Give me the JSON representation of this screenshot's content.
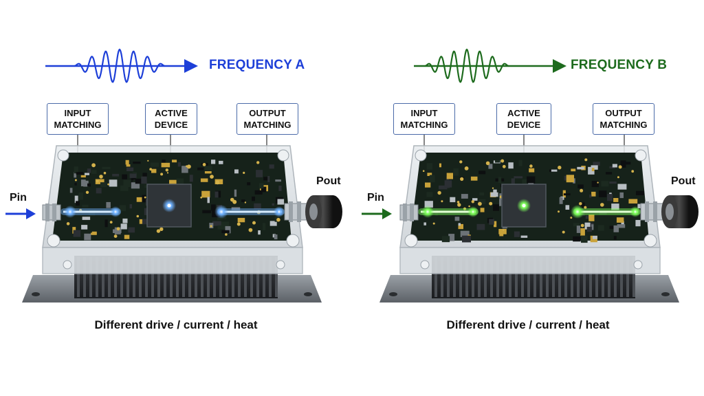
{
  "panels": [
    {
      "id": "a",
      "frequency_label": "FREQUENCY A",
      "accent": "#1d3fd8",
      "glow": "#6fb2ff",
      "callouts": {
        "input": [
          "INPUT",
          "MATCHING"
        ],
        "active": [
          "ACTIVE",
          "DEVICE"
        ],
        "output": [
          "OUTPUT",
          "MATCHING"
        ]
      },
      "pin_label": "Pin",
      "pout_label": "Pout",
      "caption": "Different drive / current / heat"
    },
    {
      "id": "b",
      "frequency_label": "FREQUENCY B",
      "accent": "#1d6b1d",
      "glow": "#7dff5a",
      "callouts": {
        "input": [
          "INPUT",
          "MATCHING"
        ],
        "active": [
          "ACTIVE",
          "DEVICE"
        ],
        "output": [
          "OUTPUT",
          "MATCHING"
        ]
      },
      "pin_label": "Pin",
      "pout_label": "Pout",
      "caption": "Different drive / current / heat"
    }
  ],
  "icons": {
    "wave": "sine-wave-icon",
    "arrow": "arrow-right-icon",
    "connector": "sma-connector-icon",
    "heatsink": "heatsink-fins-icon",
    "chip": "chip-icon"
  }
}
